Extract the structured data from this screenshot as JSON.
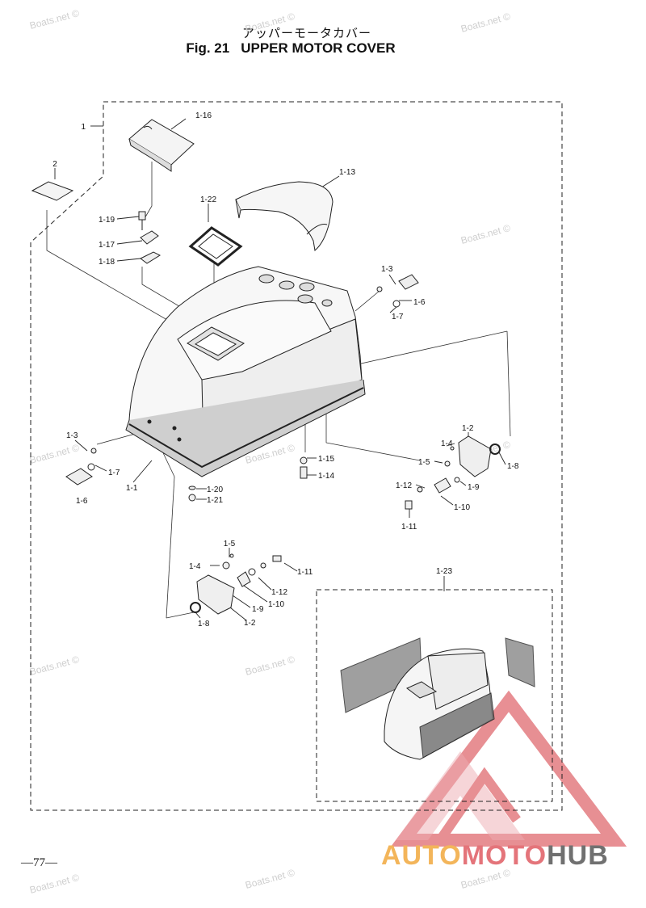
{
  "header": {
    "title_jp": "アッパーモータカバー",
    "fig_no": "Fig. 21",
    "title_en": "UPPER MOTOR COVER"
  },
  "page_number": "—77—",
  "watermark": "Boats.net ©",
  "logo": {
    "part1": "AUTO",
    "part2": "MOTO",
    "part3": "HUB"
  },
  "parts": [
    {
      "id": "p1",
      "label": "1"
    },
    {
      "id": "p2",
      "label": "2"
    },
    {
      "id": "p116",
      "label": "1-16"
    },
    {
      "id": "p113",
      "label": "1-13"
    },
    {
      "id": "p122",
      "label": "1-22"
    },
    {
      "id": "p119",
      "label": "1-19"
    },
    {
      "id": "p117",
      "label": "1-17"
    },
    {
      "id": "p118",
      "label": "1-18"
    },
    {
      "id": "p13a",
      "label": "1-3"
    },
    {
      "id": "p16a",
      "label": "1-6"
    },
    {
      "id": "p17a",
      "label": "1-7"
    },
    {
      "id": "p13b",
      "label": "1-3"
    },
    {
      "id": "p17b",
      "label": "1-7"
    },
    {
      "id": "p16b",
      "label": "1-6"
    },
    {
      "id": "p11",
      "label": "1-1"
    },
    {
      "id": "p115",
      "label": "1-15"
    },
    {
      "id": "p114",
      "label": "1-14"
    },
    {
      "id": "p120",
      "label": "1-20"
    },
    {
      "id": "p121",
      "label": "1-21"
    },
    {
      "id": "p12a",
      "label": "1-2"
    },
    {
      "id": "p14a",
      "label": "1-4"
    },
    {
      "id": "p15a",
      "label": "1-5"
    },
    {
      "id": "p18a",
      "label": "1-8"
    },
    {
      "id": "p19a",
      "label": "1-9"
    },
    {
      "id": "p112a",
      "label": "1-12"
    },
    {
      "id": "p110a",
      "label": "1-10"
    },
    {
      "id": "p111a",
      "label": "1-11"
    },
    {
      "id": "p15b",
      "label": "1-5"
    },
    {
      "id": "p14b",
      "label": "1-4"
    },
    {
      "id": "p111b",
      "label": "1-11"
    },
    {
      "id": "p112b",
      "label": "1-12"
    },
    {
      "id": "p110b",
      "label": "1-10"
    },
    {
      "id": "p19b",
      "label": "1-9"
    },
    {
      "id": "p18b",
      "label": "1-8"
    },
    {
      "id": "p12b",
      "label": "1-2"
    },
    {
      "id": "p123",
      "label": "1-23"
    }
  ]
}
